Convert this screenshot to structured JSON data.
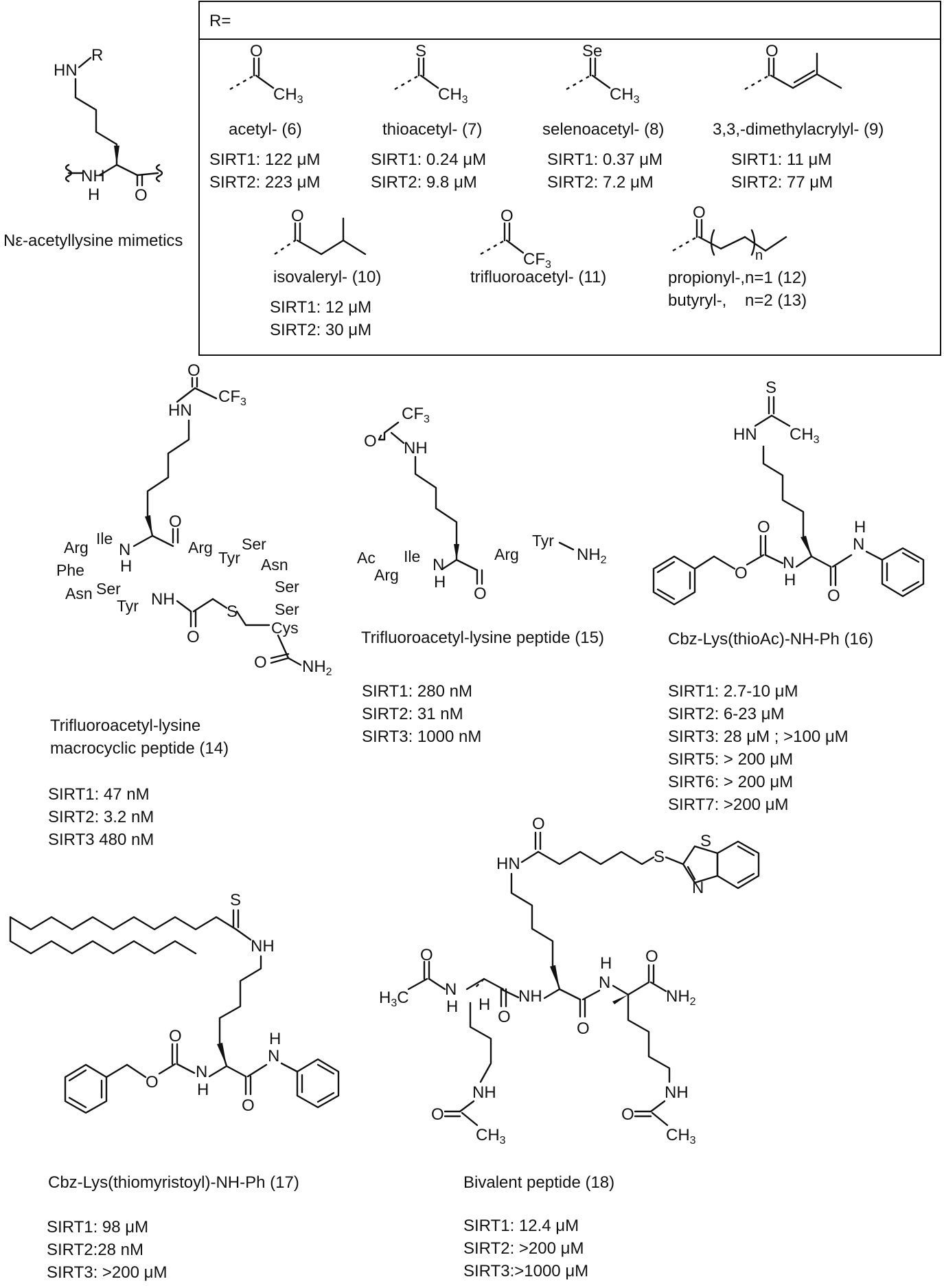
{
  "box": {
    "r_label": "R="
  },
  "core": {
    "caption": "Nε-acetyllysine mimetics",
    "r_atom": "R",
    "hn_atom": "HN"
  },
  "r_groups": [
    {
      "name": "acetyl- (6)",
      "sirt1": "SIRT1: 122 μM",
      "sirt2": "SIRT2: 223 μM"
    },
    {
      "name": "thioacetyl- (7)",
      "sirt1": "SIRT1: 0.24 μM",
      "sirt2": "SIRT2: 9.8 μM"
    },
    {
      "name": "selenoacetyl- (8)",
      "sirt1": "SIRT1: 0.37 μM",
      "sirt2": "SIRT2: 7.2 μM"
    },
    {
      "name": "3,3,-dimethylacrylyl- (9)",
      "sirt1": "SIRT1: 11 μM",
      "sirt2": "SIRT2: 77 μM"
    },
    {
      "name": "isovaleryl- (10)",
      "sirt1": "SIRT1: 12 μM",
      "sirt2": "SIRT2: 30 μM"
    },
    {
      "name": "trifluoroacetyl- (11)"
    },
    {
      "name": "propionyl-,n=1 (12)",
      "name2": "butyryl-,    n=2 (13)"
    }
  ],
  "compounds": {
    "c14": {
      "name_line1": "Trifluoroacetyl-lysine",
      "name_line2": "macrocyclic peptide (14)",
      "data": [
        "SIRT1: 47 nM",
        "SIRT2: 3.2 nM",
        "SIRT3 480 nM"
      ]
    },
    "c15": {
      "name": "Trifluoroacetyl-lysine peptide (15)",
      "data": [
        "SIRT1: 280 nM",
        "SIRT2: 31 nM",
        "SIRT3: 1000 nM"
      ]
    },
    "c16": {
      "name": "Cbz-Lys(thioAc)-NH-Ph (16)",
      "data": [
        "SIRT1: 2.7-10 μM",
        "SIRT2: 6-23 μM",
        "SIRT3: 28 μM ; >100 μM",
        "SIRT5: > 200 μM",
        "SIRT6: > 200 μM",
        "SIRT7: >200 μM"
      ]
    },
    "c17": {
      "name": "Cbz-Lys(thiomyristoyl)-NH-Ph (17)",
      "data": [
        "SIRT1: 98 μM",
        "SIRT2:28 nM",
        "SIRT3: >200 μM"
      ]
    },
    "c18": {
      "name": "Bivalent peptide (18)",
      "data": [
        "SIRT1: 12.4 μM",
        "SIRT2: >200 μM",
        "SIRT3:>1000 μM"
      ]
    }
  }
}
